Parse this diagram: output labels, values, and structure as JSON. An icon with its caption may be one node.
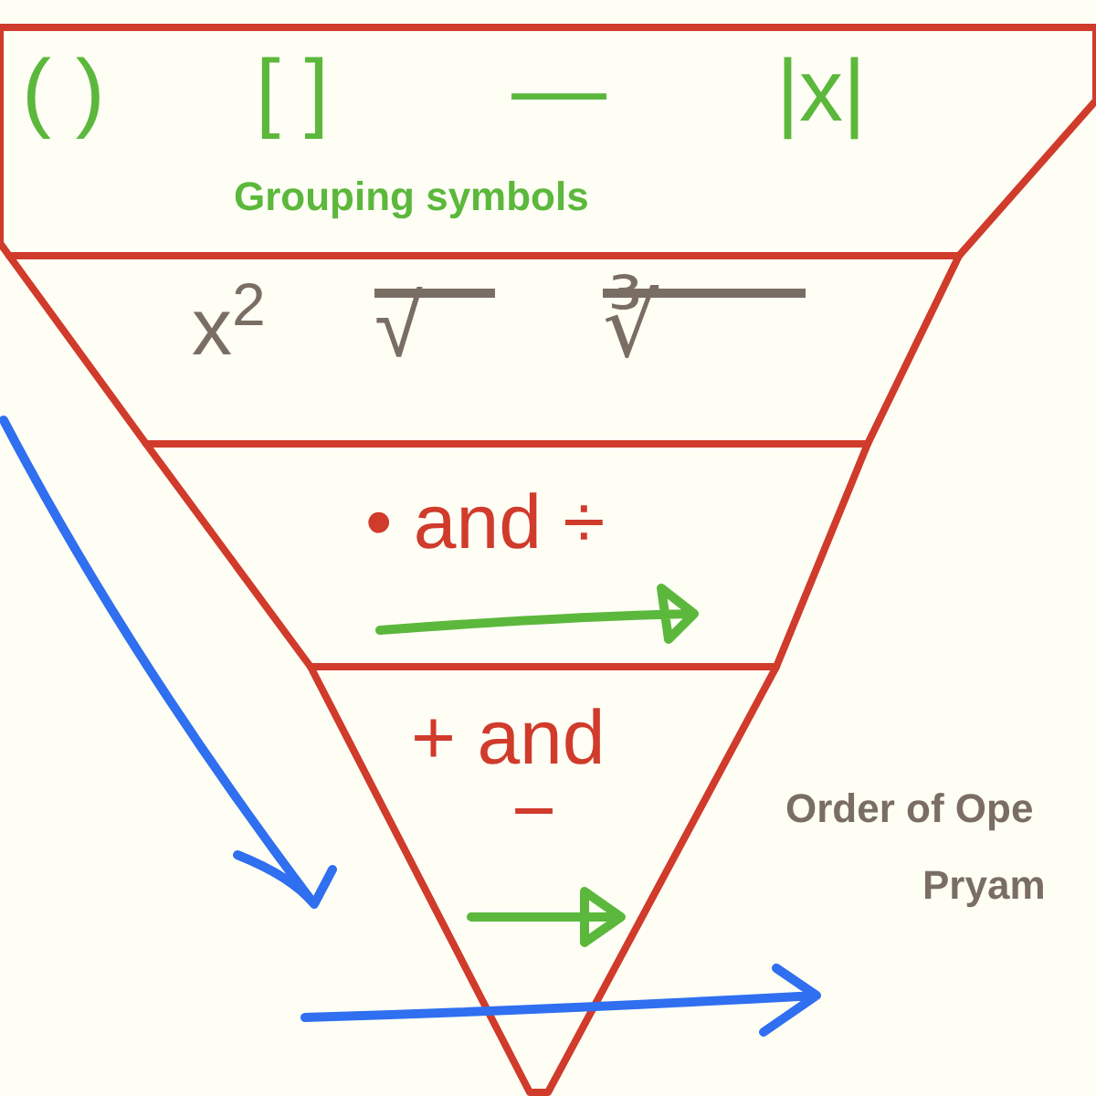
{
  "diagram": {
    "nodes": [
      {
        "text": [
          "( )",
          "[ ]",
          "—",
          "|x|",
          "Grouping symbols"
        ]
      },
      {
        "text": [
          "x$^{2}$",
          "√",
          "∛"
        ]
      },
      {
        "text": [
          "• and ÷"
        ]
      },
      {
        "text": [
          "+ and",
          "−"
        ]
      }
    ],
    "labels": [
      "Order of Ope",
      "Pryam"
    ]
  }
}
